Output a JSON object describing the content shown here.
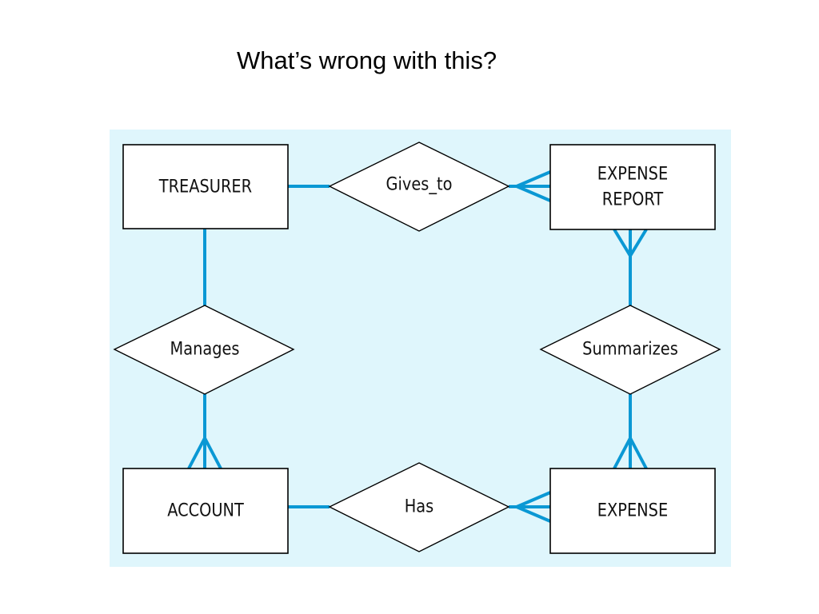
{
  "slide": {
    "title": "What’s wrong with this?"
  },
  "diagram": {
    "background": "#dff6fc",
    "line_color": "#0a98d4",
    "entities": {
      "treasurer": "TREASURER",
      "expense_report_line1": "EXPENSE",
      "expense_report_line2": "REPORT",
      "account": "ACCOUNT",
      "expense": "EXPENSE"
    },
    "relationships": {
      "gives_to": "Gives_to",
      "manages": "Manages",
      "summarizes": "Summarizes",
      "has": "Has"
    },
    "cardinality": {
      "treasurer_gives_to": "one",
      "gives_to_expense_report": "many",
      "treasurer_manages": "one",
      "manages_account": "many",
      "expense_report_summarizes": "many",
      "summarizes_expense": "many",
      "account_has": "one",
      "has_expense": "many"
    }
  }
}
